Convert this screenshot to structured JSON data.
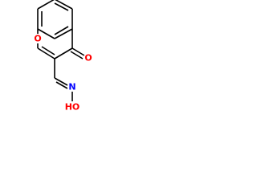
{
  "molecule": {
    "atoms": {
      "ring_oxygen": {
        "label": "O",
        "color": "#ff0000"
      },
      "carbonyl_oxygen": {
        "label": "O",
        "color": "#ff0000"
      },
      "oxime_nitrogen": {
        "label": "N",
        "color": "#0000ff"
      },
      "hydroxyl": {
        "label": "HO",
        "color": "#ff0000"
      }
    },
    "bond_color": "#000000"
  }
}
